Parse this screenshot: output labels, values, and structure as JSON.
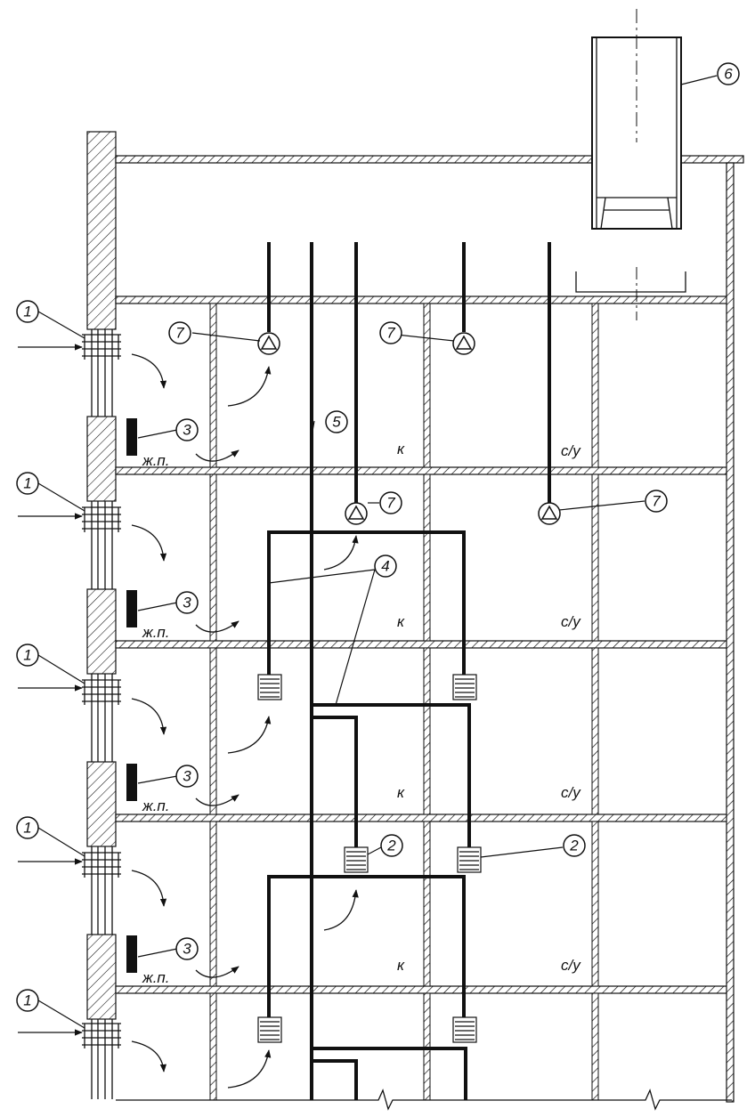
{
  "labels": {
    "inlet_valve": "1",
    "grille": "2",
    "radiator": "3",
    "duct": "4",
    "shaft": "5",
    "exhaust_hood": "6",
    "fan": "7"
  },
  "rooms": {
    "living": "ж.п.",
    "kitchen": "к",
    "bathroom": "с/у"
  }
}
